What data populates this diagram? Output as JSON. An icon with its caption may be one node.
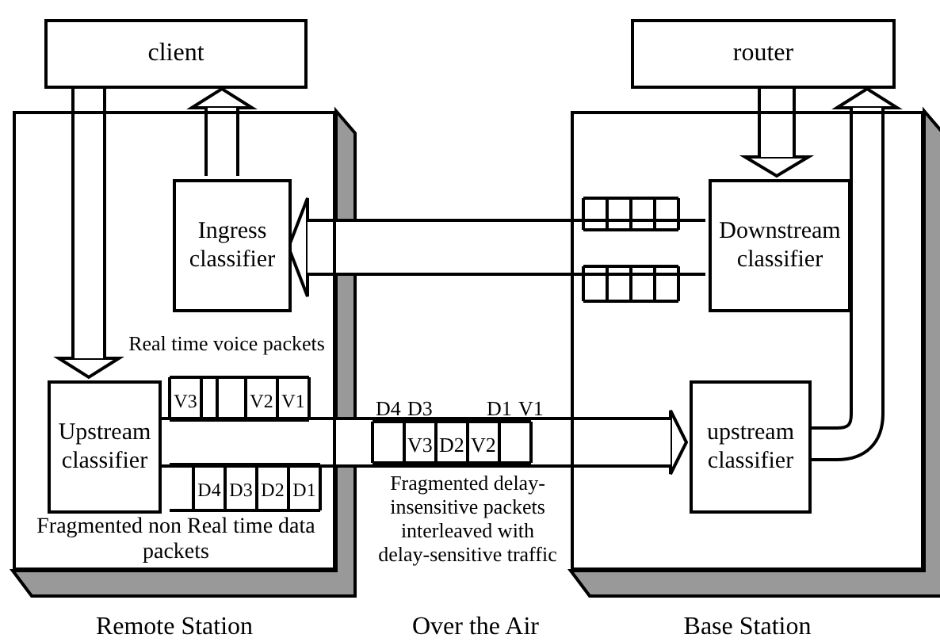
{
  "diagram": {
    "nodes": [
      {
        "text": [
          "client"
        ]
      },
      {
        "text": [
          "router"
        ]
      },
      {
        "text": [
          "Remote Station"
        ]
      },
      {
        "text": [
          "Ingress classifier"
        ],
        "in": 2
      },
      {
        "text": [
          "Upstream classifier"
        ],
        "in": 2
      },
      {
        "text": [
          "Base Station"
        ]
      },
      {
        "text": [
          "Downstream classifier"
        ],
        "in": 5
      },
      {
        "text": [
          "upstream classifier"
        ],
        "in": 5
      }
    ],
    "edges": [
      {
        "from": 0,
        "to": 4,
        "arrow": "to"
      },
      {
        "from": 3,
        "to": 0,
        "arrow": "to"
      },
      {
        "from": 1,
        "to": 6,
        "arrow": "to"
      },
      {
        "from": 6,
        "to": 3,
        "arrow": "to"
      },
      {
        "from": 4,
        "to": 7,
        "arrow": "to"
      },
      {
        "from": 7,
        "to": 1,
        "arrow": "to"
      }
    ],
    "labels": [
      "Real time voice packets",
      "V3",
      "V2",
      "V1",
      "D4",
      "D3",
      "D2",
      "D1",
      "Fragmented non Real time data packets",
      "D4",
      "D3",
      "D1",
      "V1",
      "V3",
      "D2",
      "V2",
      "Fragmented delay-insensitive packets interleaved with delay-sensitive traffic",
      "Over the Air"
    ]
  }
}
